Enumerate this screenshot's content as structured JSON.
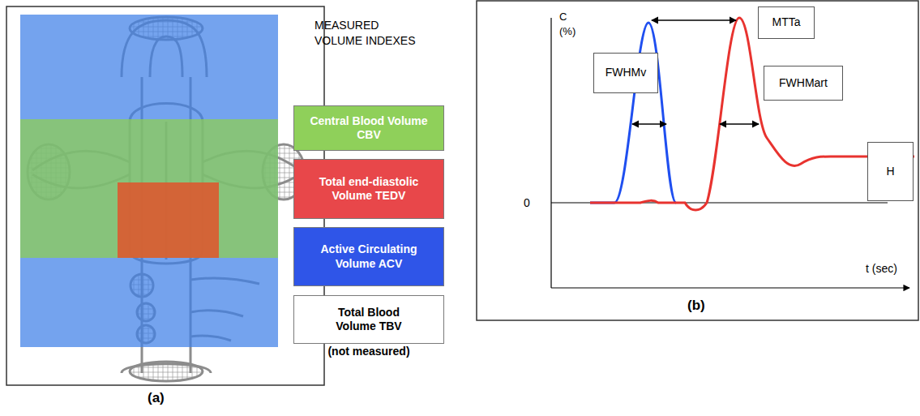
{
  "diagram": {
    "nodes": [
      {
        "text": [
          "Central Blood Volume CBV"
        ]
      },
      {
        "text": [
          "Total end-diastolic Volume TEDV"
        ]
      },
      {
        "text": [
          "Active Circulating Volume ACV"
        ]
      },
      {
        "text": [
          "Total Blood Volume TBV",
          "(not measured)"
        ]
      },
      {
        "text": [
          "FWHMv"
        ]
      },
      {
        "text": [
          "MTTa"
        ]
      },
      {
        "text": [
          "FWHMart"
        ]
      },
      {
        "text": [
          "H"
        ]
      }
    ],
    "labels": [
      "MEASURED VOLUME INDEXES",
      "(a)",
      "C (%)",
      "0",
      "t (sec)",
      "(b)"
    ]
  }
}
